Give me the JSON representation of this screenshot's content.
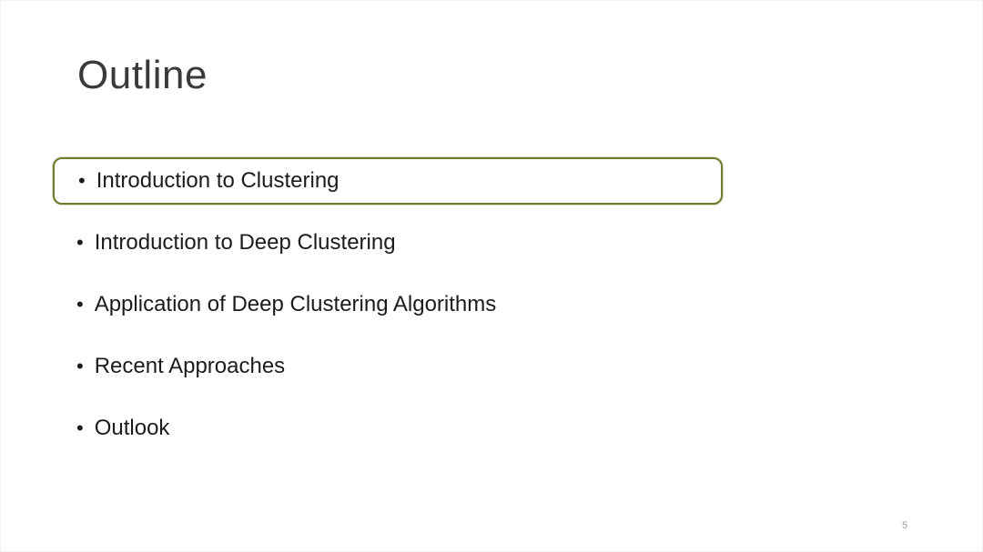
{
  "slide": {
    "title": "Outline",
    "bullet_char": "•",
    "highlight_border_color": "#6f7b2d",
    "bullets": [
      {
        "label": "Introduction to Clustering",
        "highlighted": true
      },
      {
        "label": "Introduction to Deep Clustering",
        "highlighted": false
      },
      {
        "label": "Application of Deep Clustering Algorithms",
        "highlighted": false
      },
      {
        "label": "Recent Approaches",
        "highlighted": false
      },
      {
        "label": "Outlook",
        "highlighted": false
      }
    ],
    "page_number": "5"
  }
}
